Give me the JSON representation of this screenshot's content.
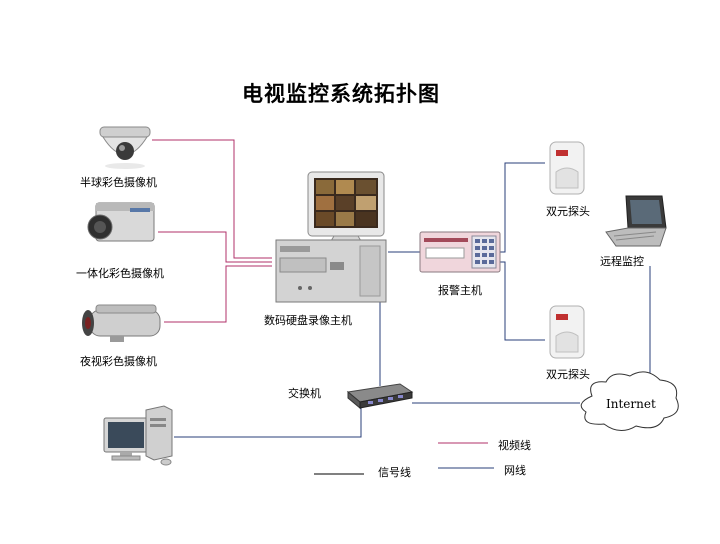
{
  "title": "电视监控系统拓扑图",
  "devices": {
    "dome_camera": "半球彩色摄像机",
    "box_camera": "一体化彩色摄像机",
    "ir_camera": "夜视彩色摄像机",
    "dvr_host": "数码硬盘录像主机",
    "alarm_host": "报警主机",
    "detector_top": "双元探头",
    "detector_bottom": "双元探头",
    "remote_monitor": "远程监控",
    "switch": "交换机",
    "internet": "Internet"
  },
  "legend": {
    "video_line": "视频线",
    "signal_line": "信号线",
    "network_line": "网线"
  },
  "colors": {
    "video_line": "#b0306a",
    "signal_line": "#000000",
    "network_line": "#2a3f7a"
  }
}
